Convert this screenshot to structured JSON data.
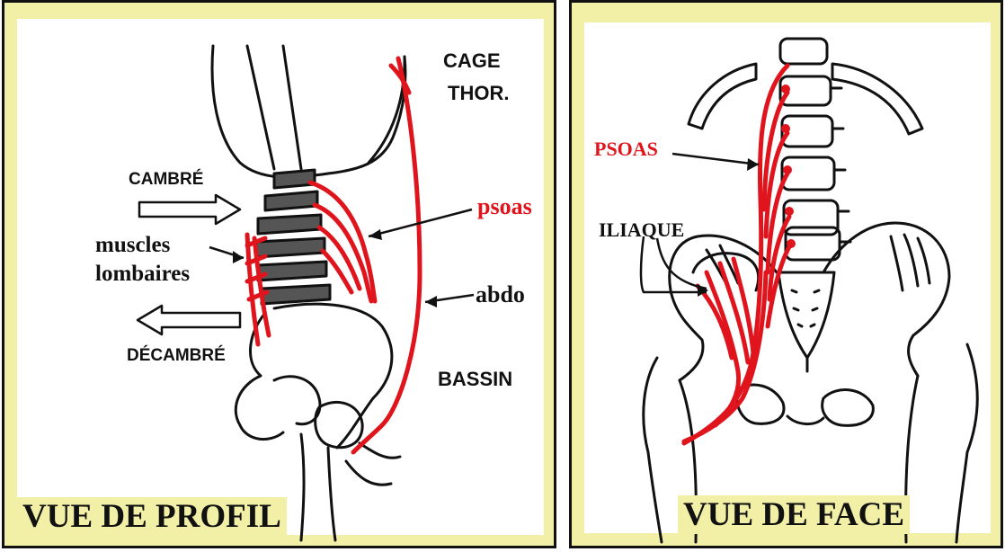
{
  "left_panel": {
    "labels": {
      "cage": "CAGE",
      "thor": "THOR.",
      "cambre": "CAMBRÉ",
      "psoas": "psoas",
      "muscles": "muscles",
      "lombaires": "lombaires",
      "abdo": "abdo",
      "decambre": "DÉCAMBRÉ",
      "bassin": "BASSIN"
    },
    "caption": "VUE DE PROFIL"
  },
  "right_panel": {
    "labels": {
      "psoas": "PSOAS",
      "iliaque": "ILIAQUE"
    },
    "caption": "VUE DE FACE"
  },
  "colors": {
    "frame": "#f2f0a6",
    "muscle": "#e0141c",
    "ink": "#111111"
  }
}
